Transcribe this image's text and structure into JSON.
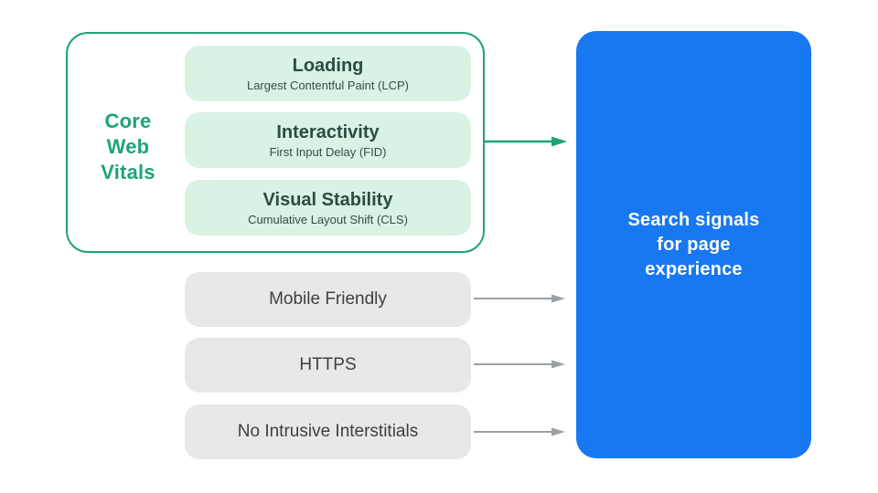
{
  "colors": {
    "green": "#1EA27A",
    "light_green": "#D8F2E4",
    "blue": "#1778F2",
    "gray_box": "#E8E8E8",
    "arrow_gray": "#9AA0A6",
    "dark_text": "#3C4043",
    "title_text": "#2E4B42",
    "subtitle_text": "#3B4A45"
  },
  "icons": {
    "connector": "right-arrow"
  },
  "cwv": {
    "label": "Core Web Vitals",
    "label_lines": [
      "Core",
      "Web",
      "Vitals"
    ],
    "items": [
      {
        "title": "Loading",
        "subtitle": "Largest Contentful Paint (LCP)"
      },
      {
        "title": "Interactivity",
        "subtitle": "First Input Delay (FID)"
      },
      {
        "title": "Visual Stability",
        "subtitle": "Cumulative Layout Shift (CLS)"
      }
    ]
  },
  "signals": [
    {
      "label": "Mobile Friendly"
    },
    {
      "label": "HTTPS"
    },
    {
      "label": "No Intrusive Interstitials"
    }
  ],
  "result": {
    "label": "Search signals for page experience",
    "lines": [
      "Search signals",
      "for page",
      "experience"
    ]
  }
}
